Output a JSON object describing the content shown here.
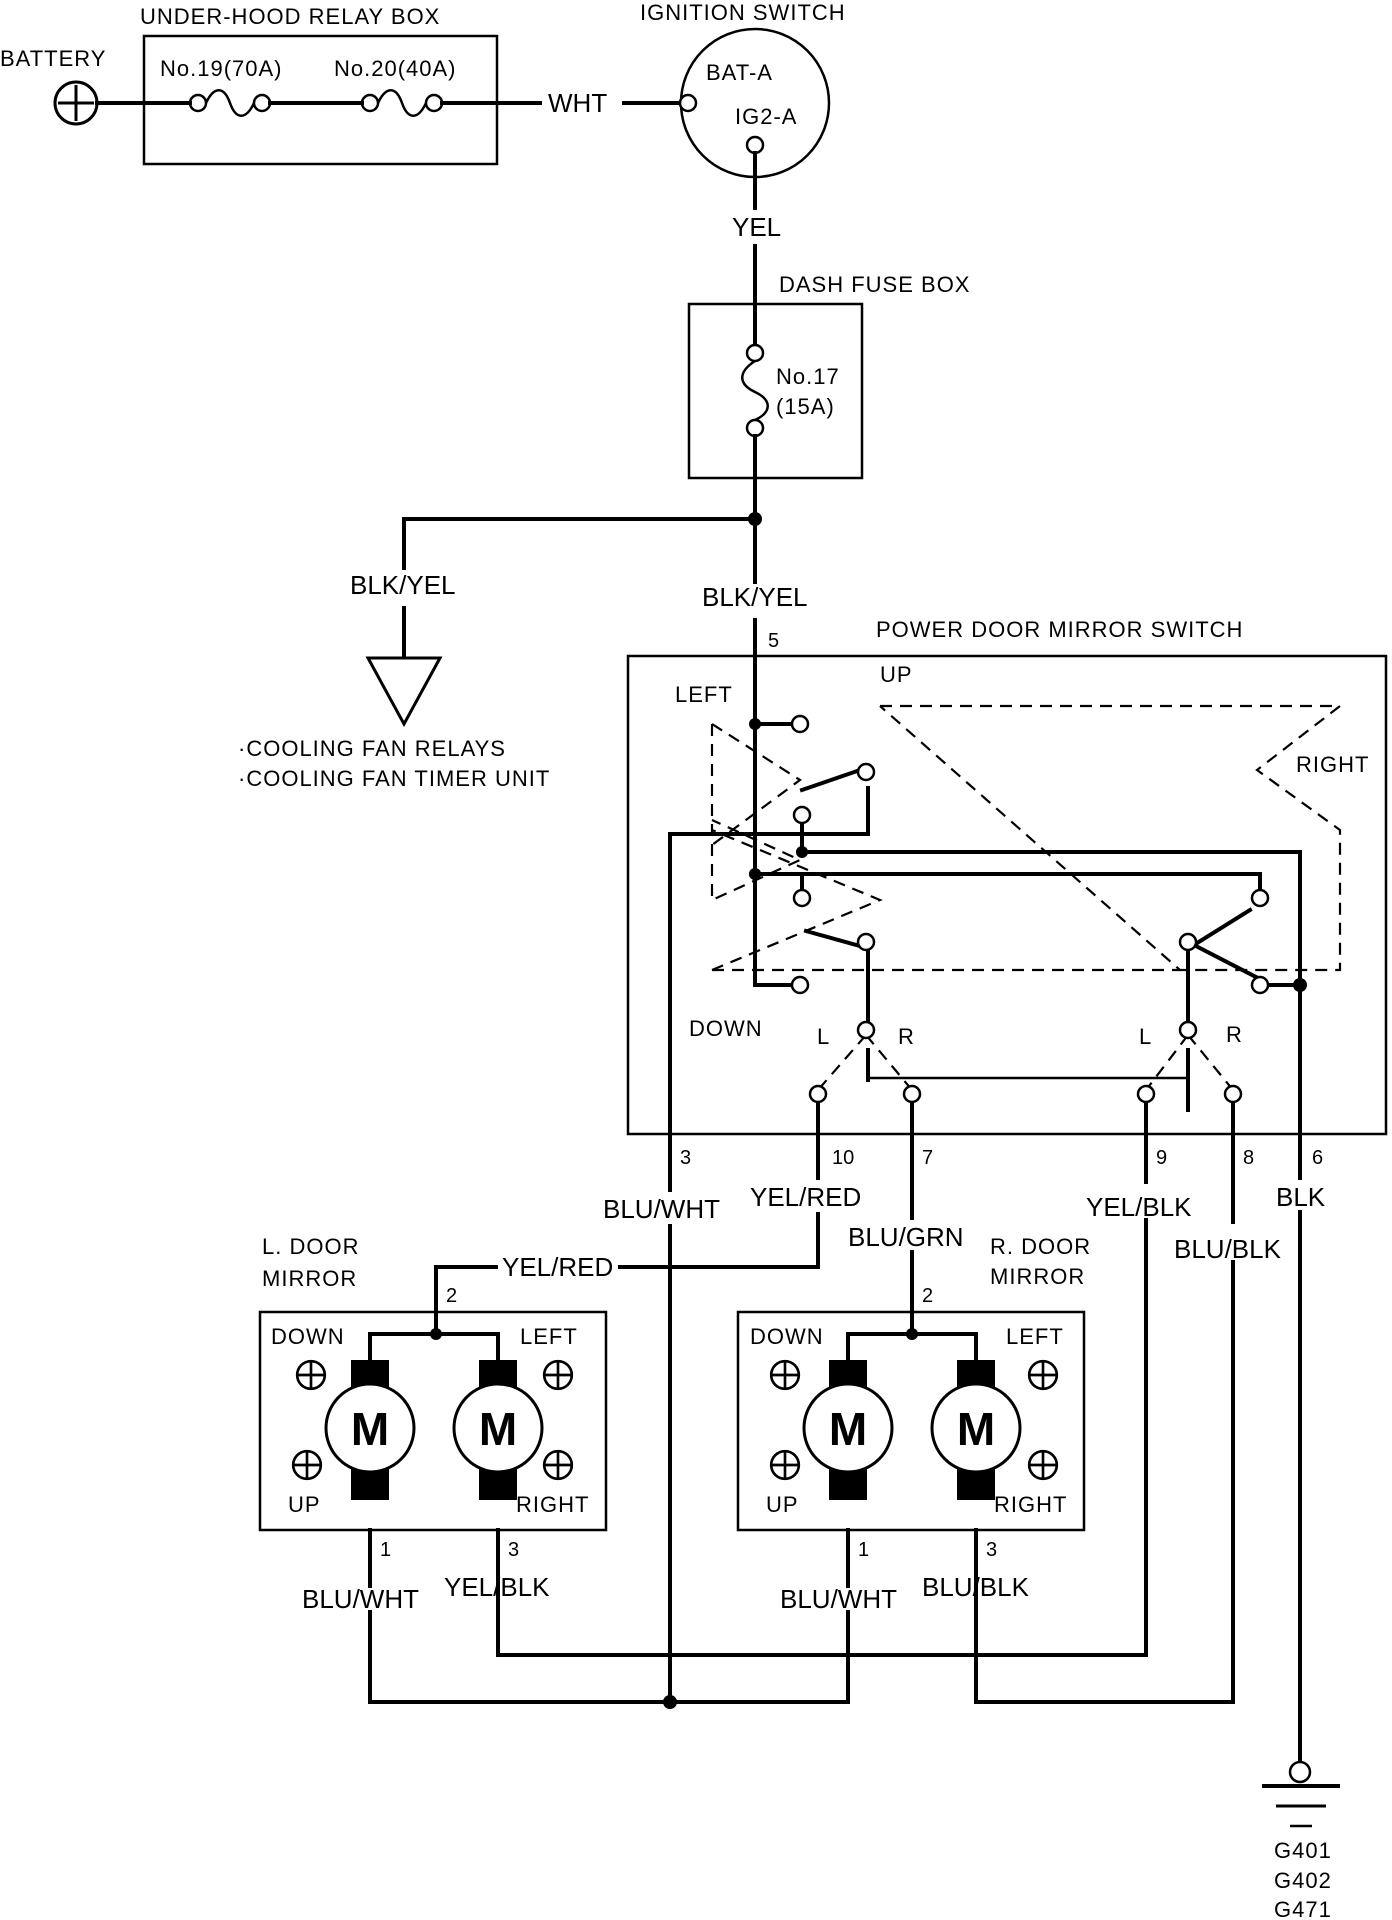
{
  "battery": {
    "label": "BATTERY"
  },
  "relay_box": {
    "title": "UNDER-HOOD RELAY BOX",
    "fuse_19": "No.19(70A)",
    "fuse_20": "No.20(40A)"
  },
  "ignition_switch": {
    "title": "IGNITION SWITCH",
    "bat": "BAT-A",
    "ig2": "IG2-A"
  },
  "dash_fuse_box": {
    "title": "DASH FUSE BOX",
    "fuse_no": "No.17",
    "fuse_amp": "(15A)"
  },
  "loads": {
    "line1": "·COOLING FAN RELAYS",
    "line2": "·COOLING FAN TIMER UNIT"
  },
  "mirror_switch": {
    "title": "POWER DOOR MIRROR SWITCH",
    "left": "LEFT",
    "up": "UP",
    "right": "RIGHT",
    "down": "DOWN",
    "l1": "L",
    "r1": "R",
    "l2": "L",
    "r2": "R"
  },
  "pins": {
    "p5": "5",
    "p3": "3",
    "p10": "10",
    "p7": "7",
    "p9": "9",
    "p8": "8",
    "p6": "6",
    "l_mirror_2": "2",
    "l_mirror_1": "1",
    "l_mirror_3": "3",
    "r_mirror_2": "2",
    "r_mirror_1": "1",
    "r_mirror_3": "3"
  },
  "wires": {
    "wht": "WHT",
    "yel": "YEL",
    "blk_yel_left": "BLK/YEL",
    "blk_yel_main": "BLK/YEL",
    "blu_wht_3": "BLU/WHT",
    "yel_red_10": "YEL/RED",
    "blu_grn_7": "BLU/GRN",
    "yel_blk_9": "YEL/BLK",
    "blu_blk_8": "BLU/BLK",
    "blk_6": "BLK",
    "yel_red_l": "YEL/RED",
    "blu_wht_l": "BLU/WHT",
    "yel_blk_l": "YEL/BLK",
    "blu_wht_r": "BLU/WHT",
    "blu_blk_r": "BLU/BLK"
  },
  "l_door_mirror": {
    "title1": "L. DOOR",
    "title2": "MIRROR",
    "down": "DOWN",
    "left": "LEFT",
    "up": "UP",
    "right": "RIGHT",
    "motor1": "M",
    "motor2": "M"
  },
  "r_door_mirror": {
    "title1": "R. DOOR",
    "title2": "MIRROR",
    "down": "DOWN",
    "left": "LEFT",
    "up": "UP",
    "right": "RIGHT",
    "motor1": "M",
    "motor2": "M"
  },
  "ground": {
    "g1": "G401",
    "g2": "G402",
    "g3": "G471"
  }
}
